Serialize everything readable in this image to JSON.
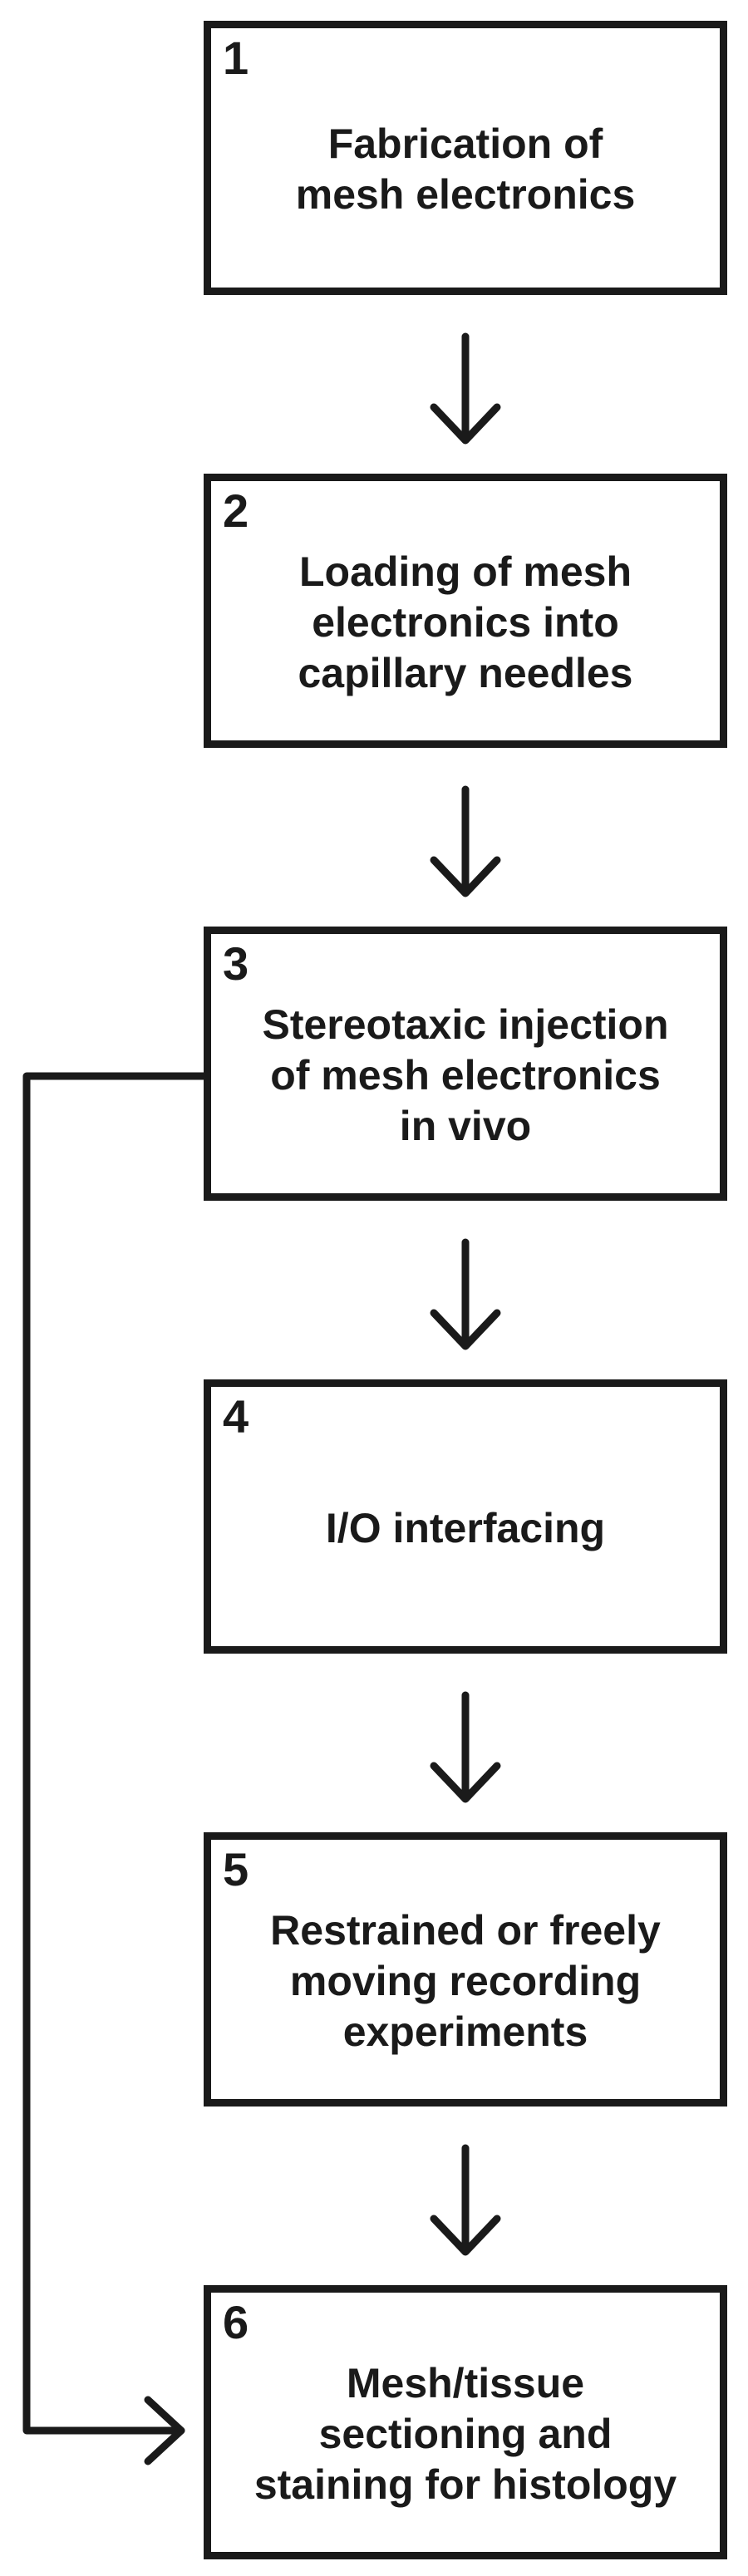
{
  "steps": [
    {
      "number": "1",
      "label": "Fabrication of\nmesh electronics"
    },
    {
      "number": "2",
      "label": "Loading of mesh\nelectronics into\ncapillary needles"
    },
    {
      "number": "3",
      "label": "Stereotaxic injection\nof mesh electronics\nin vivo"
    },
    {
      "number": "4",
      "label": "I/O interfacing"
    },
    {
      "number": "5",
      "label": "Restrained or freely\nmoving recording\nexperiments"
    },
    {
      "number": "6",
      "label": "Mesh/tissue\nsectioning and\nstaining for histology"
    }
  ],
  "colors": {
    "stroke": "#1a1a1a",
    "background": "#ffffff"
  }
}
